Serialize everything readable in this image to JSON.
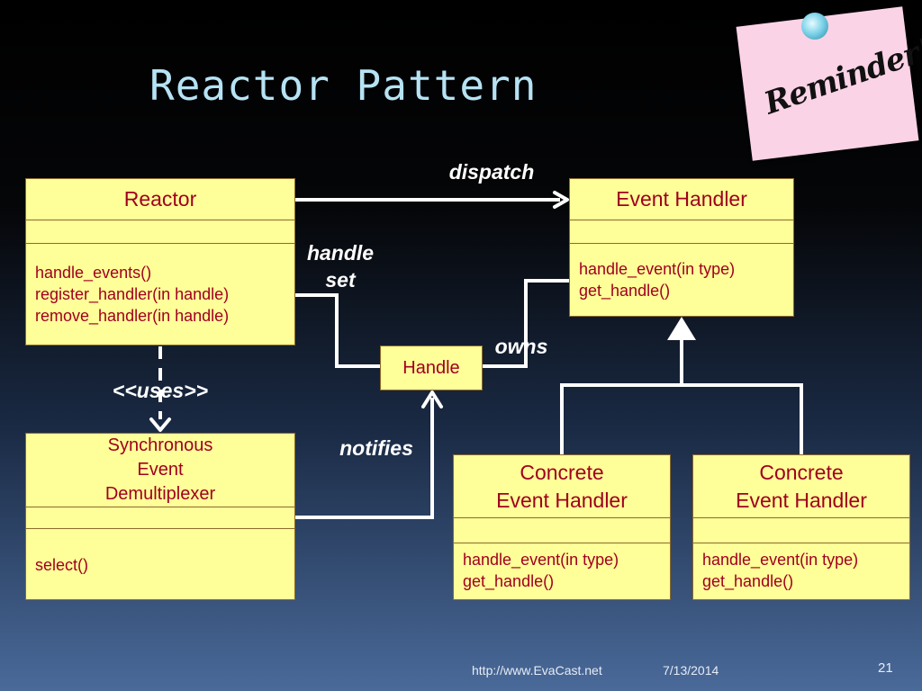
{
  "title": "Reactor Pattern",
  "classes": {
    "reactor": {
      "name": "Reactor",
      "operations": [
        "handle_events()",
        "register_handler(in handle)",
        "remove_handler(in handle)"
      ]
    },
    "event_handler": {
      "name": "Event Handler",
      "operations": [
        "handle_event(in type)",
        "get_handle()"
      ]
    },
    "handle": {
      "name": "Handle"
    },
    "demux": {
      "name": "Synchronous\nEvent\nDemultiplexer",
      "operations": [
        "select()"
      ]
    },
    "concrete1": {
      "name": "Concrete\nEvent Handler",
      "operations": [
        "handle_event(in type)",
        "get_handle()"
      ]
    },
    "concrete2": {
      "name": "Concrete\nEvent Handler",
      "operations": [
        "handle_event(in type)",
        "get_handle()"
      ]
    }
  },
  "labels": {
    "dispatch": "dispatch",
    "handle_set_1": "handle",
    "handle_set_2": "set",
    "owns": "owns",
    "uses": "<<uses>>",
    "notifies": "notifies"
  },
  "note": {
    "text": "Reminder!"
  },
  "footer": {
    "url": "http://www.EvaCast.net",
    "date": "7/13/2014",
    "page": "21"
  },
  "colors": {
    "box_fill": "#ffff99",
    "box_text": "#a0001e",
    "title": "#b6e3f4"
  }
}
